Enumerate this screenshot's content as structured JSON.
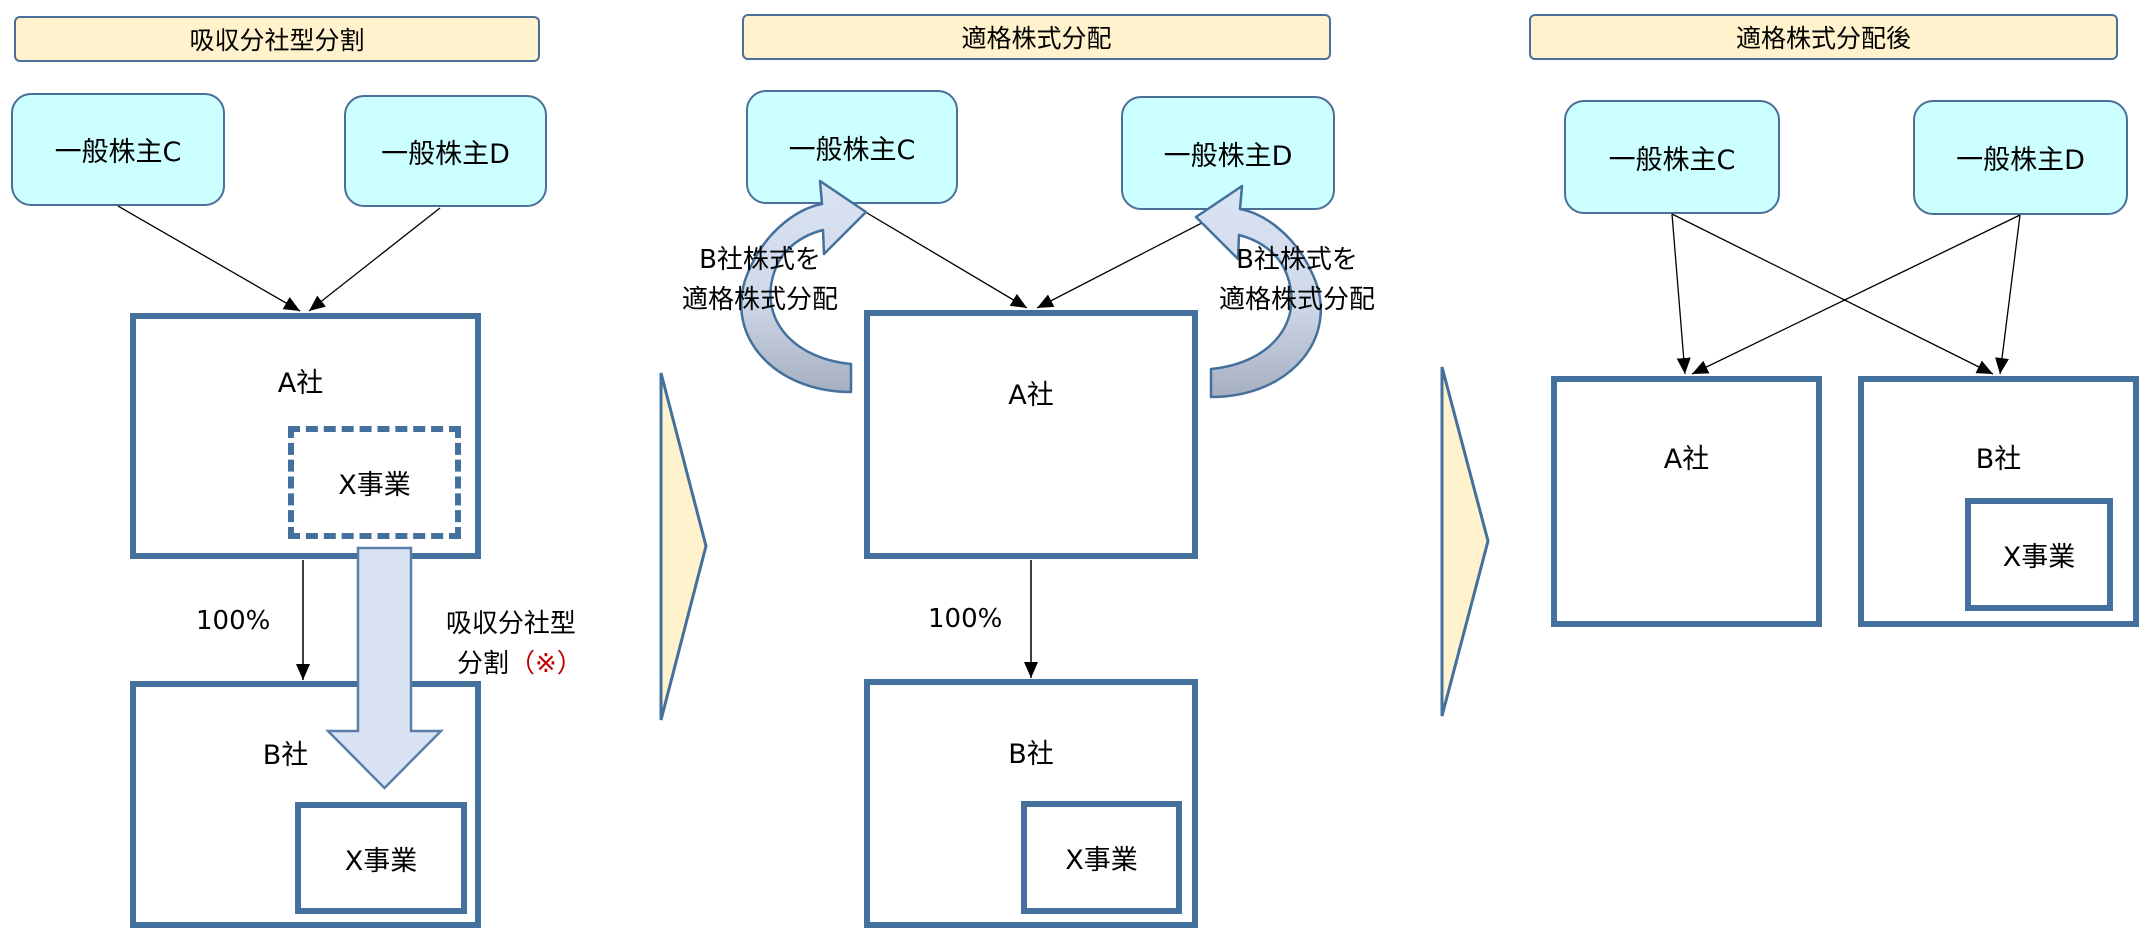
{
  "colors": {
    "title_fill": "#fff2cc",
    "holder_fill": "#ccffff",
    "border_blue": "#43709c",
    "arrow_fill": "#dae3f3",
    "arrow_fill_dark": "#a5afc0",
    "note_red": "#c00000"
  },
  "panels": [
    {
      "title": "吸収分社型分割",
      "holders": [
        "一般株主C",
        "一般株主D"
      ],
      "company_a": "A社",
      "company_a_business": "X事業",
      "ownership": "100%",
      "company_b": "B社",
      "company_b_business": "X事業",
      "transfer_label_line1": "吸収分社型",
      "transfer_label_line2": "分割",
      "transfer_note": "（※）"
    },
    {
      "title": "適格株式分配",
      "holders": [
        "一般株主C",
        "一般株主D"
      ],
      "distribution_label_left": [
        "B社株式を",
        "適格株式分配"
      ],
      "distribution_label_right": [
        "B社株式を",
        "適格株式分配"
      ],
      "company_a": "A社",
      "ownership": "100%",
      "company_b": "B社",
      "company_b_business": "X事業"
    },
    {
      "title": "適格株式分配後",
      "holders": [
        "一般株主C",
        "一般株主D"
      ],
      "company_a": "A社",
      "company_b": "B社",
      "company_b_business": "X事業"
    }
  ],
  "step_arrows": [
    "step-1-to-2",
    "step-2-to-3"
  ]
}
